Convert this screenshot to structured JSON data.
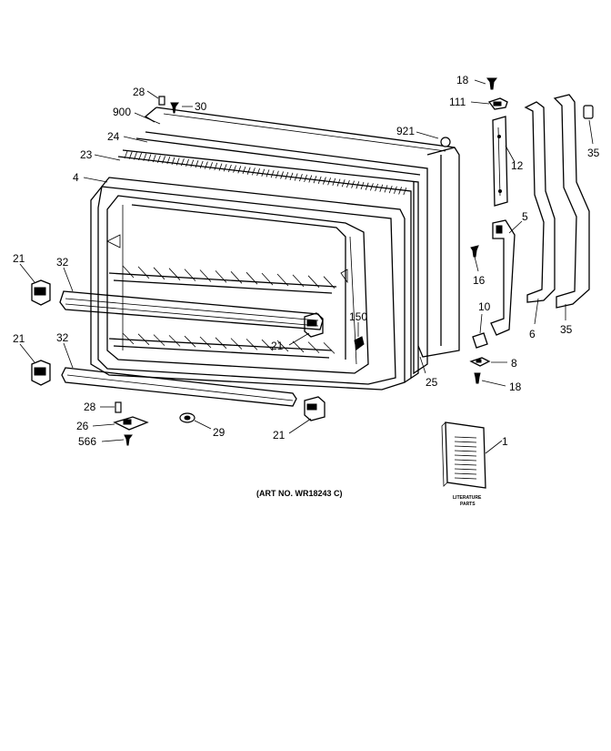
{
  "diagram": {
    "caption": "(ART NO. WR18243 C)",
    "booklet_label_line1": "LITERATURE",
    "booklet_label_line2": "PARTS",
    "callouts": [
      {
        "id": "c-28-top",
        "text": "28"
      },
      {
        "id": "c-30",
        "text": "30"
      },
      {
        "id": "c-900",
        "text": "900"
      },
      {
        "id": "c-24",
        "text": "24"
      },
      {
        "id": "c-23",
        "text": "23"
      },
      {
        "id": "c-4",
        "text": "4"
      },
      {
        "id": "c-921",
        "text": "921"
      },
      {
        "id": "c-18-top",
        "text": "18"
      },
      {
        "id": "c-111",
        "text": "111"
      },
      {
        "id": "c-12",
        "text": "12"
      },
      {
        "id": "c-35-top",
        "text": "35"
      },
      {
        "id": "c-5",
        "text": "5"
      },
      {
        "id": "c-16",
        "text": "16"
      },
      {
        "id": "c-10",
        "text": "10"
      },
      {
        "id": "c-6",
        "text": "6"
      },
      {
        "id": "c-35-bot",
        "text": "35"
      },
      {
        "id": "c-8",
        "text": "8"
      },
      {
        "id": "c-18-bot",
        "text": "18"
      },
      {
        "id": "c-21-a",
        "text": "21"
      },
      {
        "id": "c-32-a",
        "text": "32"
      },
      {
        "id": "c-21-b",
        "text": "21"
      },
      {
        "id": "c-32-b",
        "text": "32"
      },
      {
        "id": "c-21-c",
        "text": "21"
      },
      {
        "id": "c-150",
        "text": "150"
      },
      {
        "id": "c-25",
        "text": "25"
      },
      {
        "id": "c-21-d",
        "text": "21"
      },
      {
        "id": "c-28-bot",
        "text": "28"
      },
      {
        "id": "c-26",
        "text": "26"
      },
      {
        "id": "c-566",
        "text": "566"
      },
      {
        "id": "c-29",
        "text": "29"
      },
      {
        "id": "c-1",
        "text": "1"
      }
    ]
  }
}
